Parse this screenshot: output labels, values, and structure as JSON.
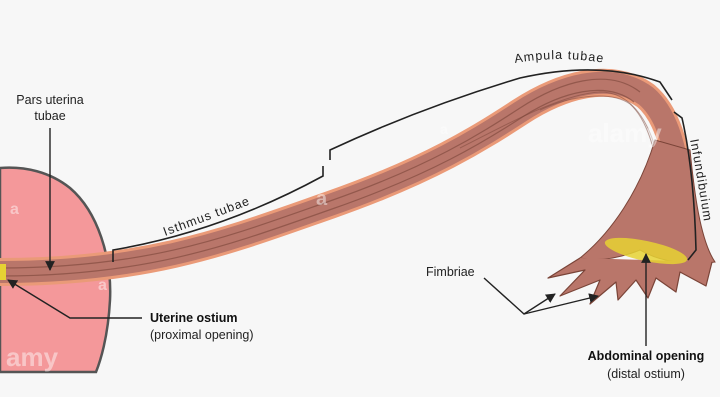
{
  "labels": {
    "pars_uterina_line1": "Pars uterina",
    "pars_uterina_line2": "tubae",
    "isthmus": "Isthmus tubae",
    "ampula": "Ampula tubae",
    "infundibulum": "Infundibuium",
    "fimbriae": "Fimbriae",
    "uterine_ostium_title": "Uterine ostium",
    "uterine_ostium_sub": "(proximal opening)",
    "abdominal_opening_title": "Abdominal opening",
    "abdominal_opening_sub": "(distal ostium)"
  },
  "watermark": {
    "brand": "alamy",
    "brand_short": "amy",
    "letter": "a"
  },
  "colors": {
    "background": "#f7f7f7",
    "uterus": "#f4989a",
    "uterus_outline": "#555555",
    "tube_fill": "#b9766a",
    "tube_edge": "#ea9a78",
    "tube_dark": "#7a4438",
    "ostium_highlight": "#e6d233",
    "line": "#222222"
  }
}
